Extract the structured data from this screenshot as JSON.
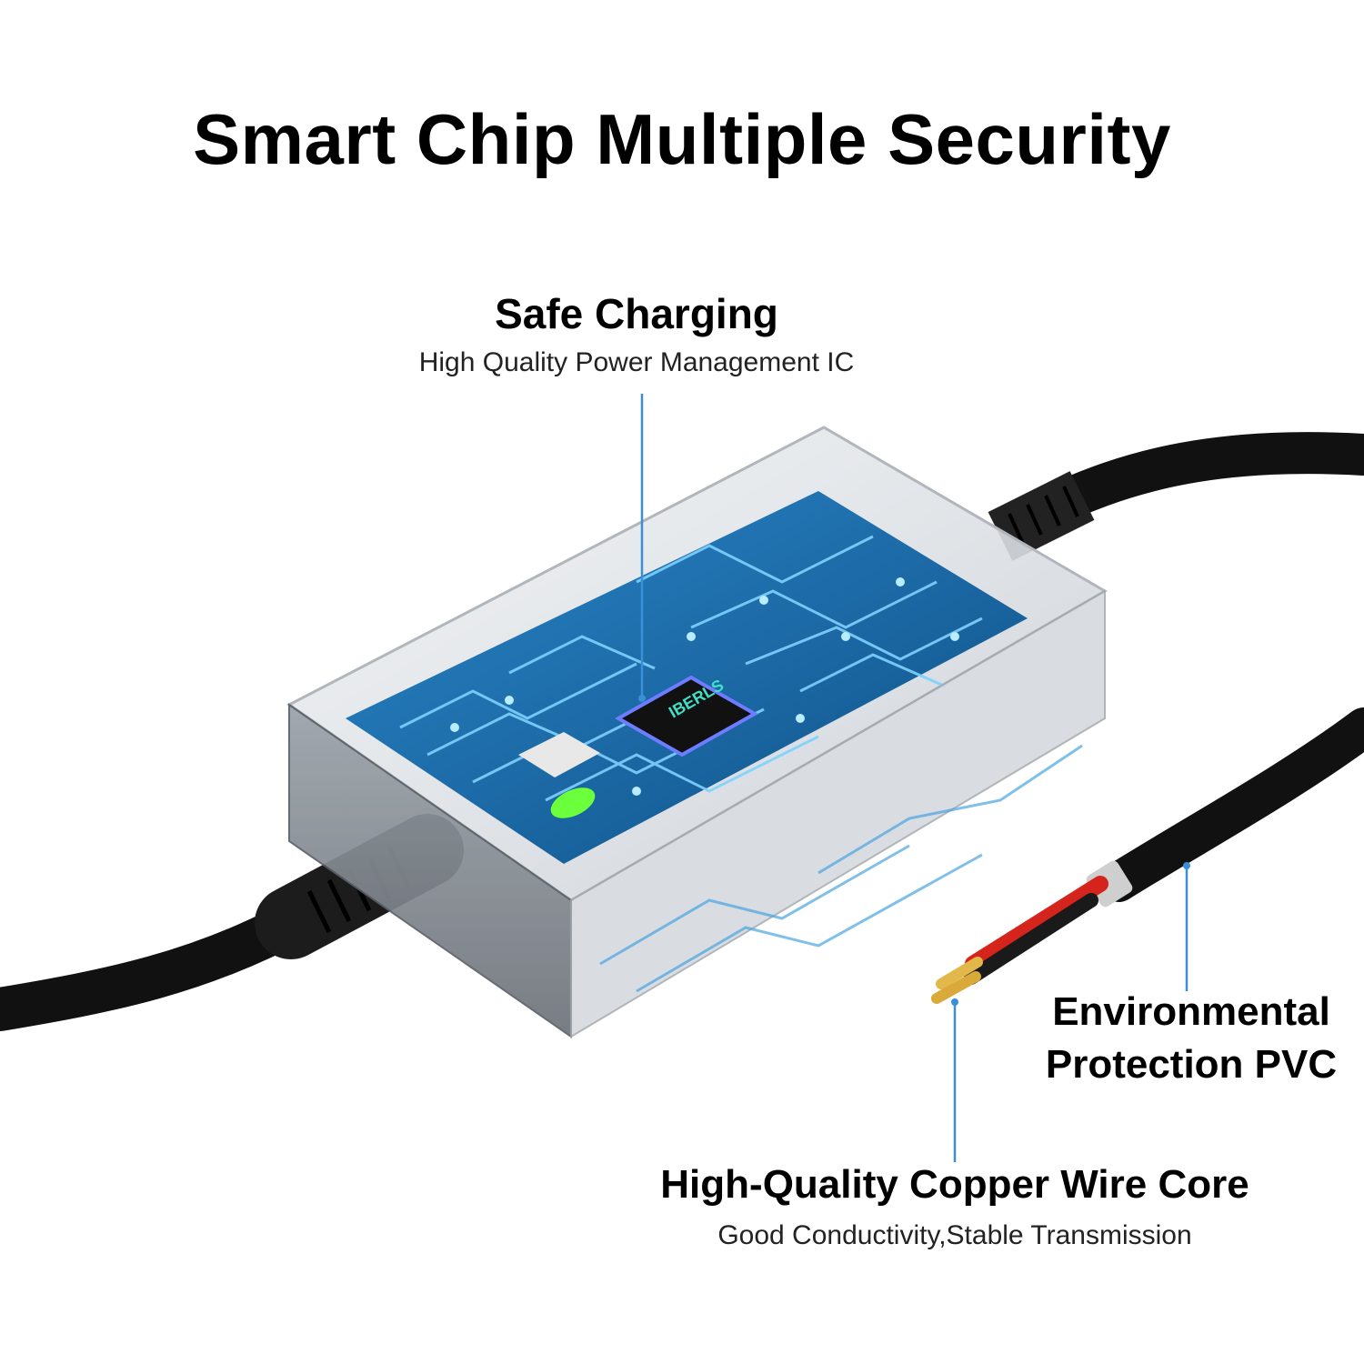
{
  "title": "Smart Chip Multiple Security",
  "callouts": {
    "safe_charging": {
      "title": "Safe Charging",
      "subtitle": "High Quality Power Management IC"
    },
    "pvc": {
      "title_line1": "Environmental",
      "title_line2": "Protection PVC"
    },
    "copper": {
      "title": "High-Quality Copper Wire Core",
      "subtitle": "Good Conductivity,Stable Transmission"
    }
  },
  "chip_label": "IBERLS",
  "colors": {
    "leader_line": "#3a8fd8",
    "pcb": "#1a6fae",
    "trace": "#7fd1ff",
    "cable": "#111111",
    "led": "#6cff3c",
    "red_wire": "#d4241c"
  }
}
